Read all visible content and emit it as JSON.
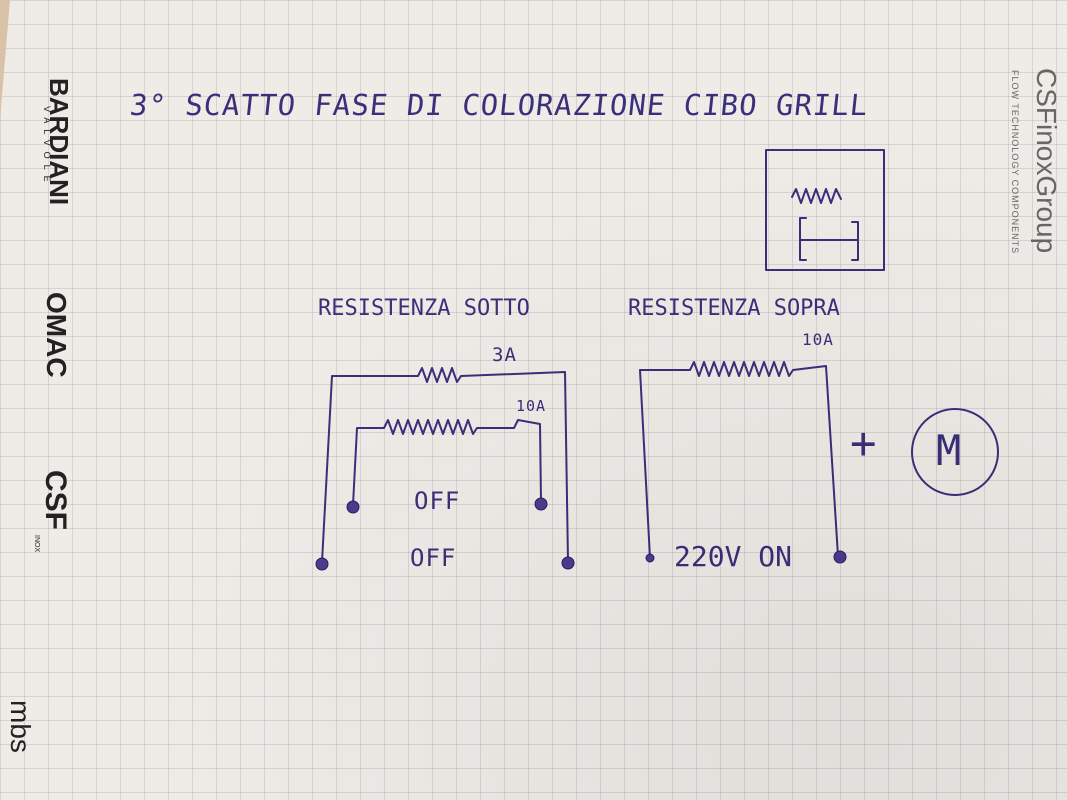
{
  "title": "3° SCATTO   FASE DI COLORAZIONE CIBO GRILL",
  "left_circuit": {
    "label": "RESISTENZA SOTTO",
    "top_resistor_rating": "3A",
    "inner_resistor_rating": "10A",
    "inner_state": "OFF",
    "outer_state": "OFF"
  },
  "right_circuit": {
    "label": "RESISTENZA SOPRA",
    "resistor_rating": "10A",
    "supply": "220V ON"
  },
  "plus_sign": "+",
  "motor_symbol": "M",
  "brands": {
    "left": [
      "BARDIANI",
      "VALVOLE",
      "OMAC",
      "CSF",
      "INOX",
      "mbs"
    ],
    "right_title": "CSFinoxGroup",
    "right_subtitle": "FLOW TECHNOLOGY COMPONENTS"
  },
  "colors": {
    "ink": "#3a2f7a",
    "paper": "#efece8",
    "grid": "#9a9aa0"
  }
}
